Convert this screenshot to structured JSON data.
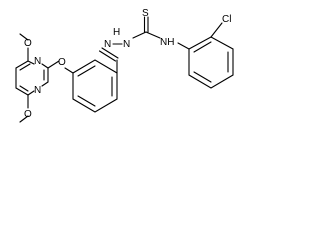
{
  "molecule": {
    "atoms": {
      "thiocarbonyl_sulfur": "S",
      "hydrazine_nh": "H",
      "hydrazine_nh_n": "N",
      "hydrazine_n": "N",
      "thioamide_nh": "NH",
      "chloro": "Cl",
      "pyrimidine_n_upper": "N",
      "pyrimidine_n_lower": "N",
      "ether_o": "O",
      "methoxy_o_upper": "O",
      "methoxy_o_lower": "O"
    }
  },
  "colors": {
    "bond": "#000000",
    "label": "#000000",
    "background": "#ffffff"
  }
}
